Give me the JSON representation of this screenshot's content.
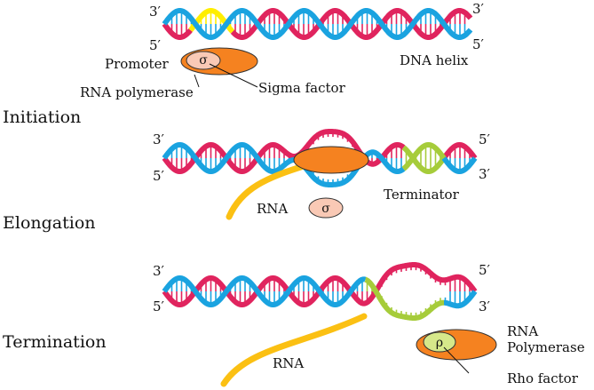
{
  "labels": {
    "promoter": "Promoter",
    "rna_polymerase": "RNA polymerase",
    "sigma_factor": "Sigma factor",
    "dna_helix": "DNA helix",
    "terminator": "Terminator",
    "rna_elong": "RNA",
    "rna_term": "RNA",
    "rna_polymerase_2a": "RNA",
    "rna_polymerase_2b": "Polymerase",
    "rho_factor": "Rho factor"
  },
  "stages": {
    "initiation": "Initiation",
    "elongation": "Elongation",
    "termination": "Termination"
  },
  "ends": {
    "s1_tl": "3′",
    "s1_bl": "5′",
    "s1_tr": "3′",
    "s1_br": "5′",
    "s2_tl": "3′",
    "s2_bl": "5′",
    "s2_tr": "5′",
    "s2_br": "3′",
    "s3_tl": "3′",
    "s3_bl": "5′",
    "s3_tr": "5′",
    "s3_br": "3′"
  },
  "symbols": {
    "sigma": "σ",
    "sigma2": "σ",
    "rho": "ρ"
  },
  "colors": {
    "strand_red": "#e0245e",
    "strand_blue": "#1aa3e0",
    "promoter_yellow": "#ffee00",
    "terminator_green": "#a6cc3a",
    "polymerase_orange": "#f58220",
    "sigma_fill": "#f9c9b5",
    "rho_fill": "#d6e88a",
    "rna_yellow": "#fbc013"
  }
}
